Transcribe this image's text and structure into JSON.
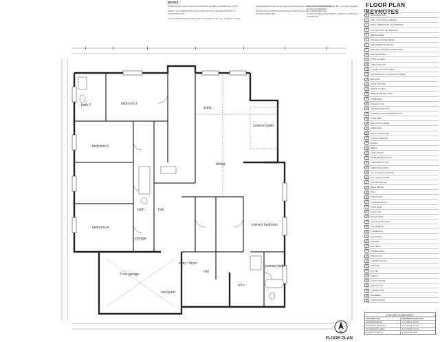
{
  "notes": {
    "heading": "NOTES:",
    "col1": [
      "DIMENSIONS ARE TO FACE OF FRAMING UNLESS OTHERWISE NOTED.",
      "VERIFY ALL DIMENSIONS AND CONDITIONS IN THE FIELD PRIOR TO CONSTRUCTION.",
      "ALL EXTERIOR WALLS SHALL BE 2X6 STUDS AT 16\" O.C. UNLESS NOTED."
    ],
    "col2": [
      "PROVIDE BLOCKING AT ALL WALL MOUNTED FIXTURES AND ACCESSORIES.",
      "SMOKE AND CARBON MONOXIDE ALARMS SHALL BE HARDWIRED AND INTERCONNECTED."
    ],
    "col3": [
      "ALL DOOR OPENINGS SHALL BE 6'-8\" HIGH UNLESS NOTED OTHERWISE.",
      "WINDOW SIZES ARE NOMINAL; REFER TO WINDOW SCHEDULE."
    ]
  },
  "keynotes": {
    "title": "FLOOR PLAN KEYNOTES",
    "items": [
      {
        "num": "1",
        "text": "ENTRY DOOR"
      },
      {
        "num": "2",
        "text": "GARAGE DOOR"
      },
      {
        "num": "3",
        "text": "WALL MOUNTED CABINETS"
      },
      {
        "num": "4",
        "text": "BASE CABINETS W/ COUNTERTOP"
      },
      {
        "num": "5",
        "text": "KITCHEN SINK W/ DISPOSAL"
      },
      {
        "num": "6",
        "text": "DISHWASHER"
      },
      {
        "num": "7",
        "text": "RANGE W/ HOOD ABOVE"
      },
      {
        "num": "8",
        "text": "REFRIGERATOR SPACE"
      },
      {
        "num": "9",
        "text": "WASHER / DRYER CONNECTIONS"
      },
      {
        "num": "10",
        "text": "WATER HEATER"
      },
      {
        "num": "11",
        "text": "ATTIC ACCESS"
      },
      {
        "num": "12",
        "text": "LINEN SHELVES"
      },
      {
        "num": "13",
        "text": "CLOSET ROD AND SHELF"
      },
      {
        "num": "14",
        "text": "SHOWER WITH GLASS ENCLOSURE"
      },
      {
        "num": "15",
        "text": "BATHTUB"
      },
      {
        "num": "16",
        "text": "VANITY W/ SINK"
      },
      {
        "num": "17",
        "text": "WATER CLOSET"
      },
      {
        "num": "18",
        "text": "MIRROR ABOVE VANITY"
      },
      {
        "num": "19",
        "text": "TOWEL BAR"
      },
      {
        "num": "20",
        "text": "EXHAUST FAN"
      },
      {
        "num": "21",
        "text": "SMOKE DETECTOR"
      },
      {
        "num": "22",
        "text": "CARBON MONOXIDE DETECTOR"
      },
      {
        "num": "23",
        "text": "HOSE BIBB"
      },
      {
        "num": "24",
        "text": "ELECTRICAL PANEL"
      },
      {
        "num": "25",
        "text": "FIREPLACE"
      },
      {
        "num": "26",
        "text": "BUILT-IN SHELVING"
      },
      {
        "num": "27",
        "text": "PANTRY SHELVES"
      },
      {
        "num": "28",
        "text": "ISLAND"
      },
      {
        "num": "29",
        "text": "BENCH"
      },
      {
        "num": "30",
        "text": "COAT HOOKS"
      },
      {
        "num": "31",
        "text": "GRAB BAR BLOCKING"
      },
      {
        "num": "32",
        "text": "TEMPERED GLASS"
      },
      {
        "num": "33",
        "text": "FIRE RATED DOOR"
      },
      {
        "num": "34",
        "text": "1/2\" GYP BD AT GARAGE"
      },
      {
        "num": "35",
        "text": "5/8\" TYPE X GYP BD"
      },
      {
        "num": "36",
        "text": "SLOPED CEILING"
      },
      {
        "num": "37",
        "text": "BEAM ABOVE"
      },
      {
        "num": "38",
        "text": "POST"
      },
      {
        "num": "39",
        "text": "STEP DOWN"
      },
      {
        "num": "40",
        "text": "CONCRETE SLAB"
      },
      {
        "num": "41",
        "text": "PATIO SLAB"
      },
      {
        "num": "42",
        "text": "GAS STUB"
      },
      {
        "num": "43",
        "text": "DRYER VENT"
      },
      {
        "num": "44",
        "text": "RANGE HOOD VENT"
      },
      {
        "num": "45",
        "text": "FLOOR DRAIN"
      },
      {
        "num": "46",
        "text": "THRESHOLD"
      },
      {
        "num": "47",
        "text": "SILL PLATE"
      },
      {
        "num": "48",
        "text": "HEADER"
      },
      {
        "num": "49",
        "text": "BLOCKING"
      },
      {
        "num": "50",
        "text": "FURRED WALL"
      },
      {
        "num": "51",
        "text": "DOOR STOP"
      },
      {
        "num": "52",
        "text": "CABINET FILLER"
      },
      {
        "num": "53",
        "text": "TOE KICK"
      },
      {
        "num": "54",
        "text": "OUTLET"
      },
      {
        "num": "55",
        "text": "SWITCH"
      },
      {
        "num": "56",
        "text": "LIGHT FIXTURE"
      },
      {
        "num": "57",
        "text": "CEILING FAN"
      },
      {
        "num": "58",
        "text": "THERMOSTAT"
      },
      {
        "num": "59",
        "text": "DOORBELL"
      },
      {
        "num": "60",
        "text": "LOW VOLTAGE"
      }
    ]
  },
  "rooms": {
    "bath2": "bath 2",
    "bedroom2": "bedroom 2",
    "bedroom3": "bedroom 3",
    "bedroom4": "bedroom 4",
    "bath": "bath",
    "hall1": "hall",
    "living": "living",
    "covered_patio": "covered patio",
    "dining": "dining",
    "entry_foyer": "entry / foyer",
    "garage": "2-car garage",
    "courtyard": "courtyard",
    "hall2": "hall",
    "primary_bedroom": "primary bedroom",
    "wic": "w.i.c.",
    "primary_bath": "primary bath",
    "storage": "storage"
  },
  "fixtures": {
    "title": "FIXTURE FLOW RATES",
    "headers": [
      "FIXTURE TYPE",
      "MAXIMUM FLOW RATE"
    ],
    "rows": [
      [
        "SHOWERHEADS",
        "1.8 GPM @ 80 PSI"
      ],
      [
        "LAVATORY FAUCETS",
        "1.2 GPM @ 60 PSI"
      ],
      [
        "KITCHEN FAUCETS",
        "1.8 GPM @ 60 PSI"
      ],
      [
        "WATER CLOSETS",
        "1.28 GAL/FLUSH"
      ]
    ]
  },
  "plan_title": "FLOOR PLAN"
}
